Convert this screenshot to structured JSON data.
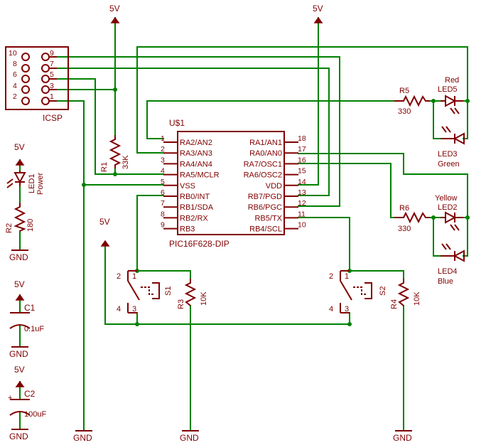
{
  "diagram": {
    "supplies": {
      "vcc": "5V",
      "gnd": "GND"
    },
    "icsp": {
      "label": "ICSP",
      "pins_left": [
        "10",
        "8",
        "6",
        "4",
        "2"
      ],
      "pins_right": [
        "9",
        "7",
        "5",
        "3",
        "1"
      ]
    },
    "ic": {
      "name": "U$1",
      "part": "PIC16F628-DIP",
      "left_pins": [
        {
          "num": "1",
          "label": "RA2/AN2"
        },
        {
          "num": "2",
          "label": "RA3/AN3"
        },
        {
          "num": "3",
          "label": "RA4/AN4"
        },
        {
          "num": "4",
          "label": "RA5/MCLR"
        },
        {
          "num": "5",
          "label": "VSS"
        },
        {
          "num": "6",
          "label": "RB0/INT"
        },
        {
          "num": "7",
          "label": "RB1/SDA"
        },
        {
          "num": "8",
          "label": "RB2/RX"
        },
        {
          "num": "9",
          "label": "RB3"
        }
      ],
      "right_pins": [
        {
          "num": "18",
          "label": "RA1/AN1"
        },
        {
          "num": "17",
          "label": "RA0/AN0"
        },
        {
          "num": "16",
          "label": "RA7/OSC1"
        },
        {
          "num": "15",
          "label": "RA6/OSC2"
        },
        {
          "num": "14",
          "label": "VDD"
        },
        {
          "num": "13",
          "label": "RB7/PGD"
        },
        {
          "num": "12",
          "label": "RB6/PGC"
        },
        {
          "num": "11",
          "label": "RB5/TX"
        },
        {
          "num": "10",
          "label": "RB4/SCL"
        }
      ]
    },
    "resistors": {
      "r1": {
        "name": "R1",
        "value": "33K"
      },
      "r2": {
        "name": "R2",
        "value": "180"
      },
      "r3": {
        "name": "R3",
        "value": "10K"
      },
      "r4": {
        "name": "R4",
        "value": "10K"
      },
      "r5": {
        "name": "R5",
        "value": "330"
      },
      "r6": {
        "name": "R6",
        "value": "330"
      }
    },
    "leds": {
      "led1": {
        "name": "LED1",
        "color": "Power"
      },
      "led5": {
        "name": "LED5",
        "color": "Red"
      },
      "led3": {
        "name": "LED3",
        "color": "Green"
      },
      "led2": {
        "name": "LED2",
        "color": "Yellow"
      },
      "led4": {
        "name": "LED4",
        "color": "Blue"
      }
    },
    "capacitors": {
      "c1": {
        "name": "C1",
        "value": "0.1uF"
      },
      "c2": {
        "name": "C2",
        "value": "100uF",
        "polarity": "+"
      }
    },
    "switches": {
      "s1": {
        "name": "S1",
        "pins": [
          "2",
          "1",
          "4",
          "3"
        ]
      },
      "s2": {
        "name": "S2",
        "pins": [
          "2",
          "1",
          "4",
          "3"
        ]
      }
    },
    "colors": {
      "wire": "#008000",
      "part": "#800000"
    }
  }
}
